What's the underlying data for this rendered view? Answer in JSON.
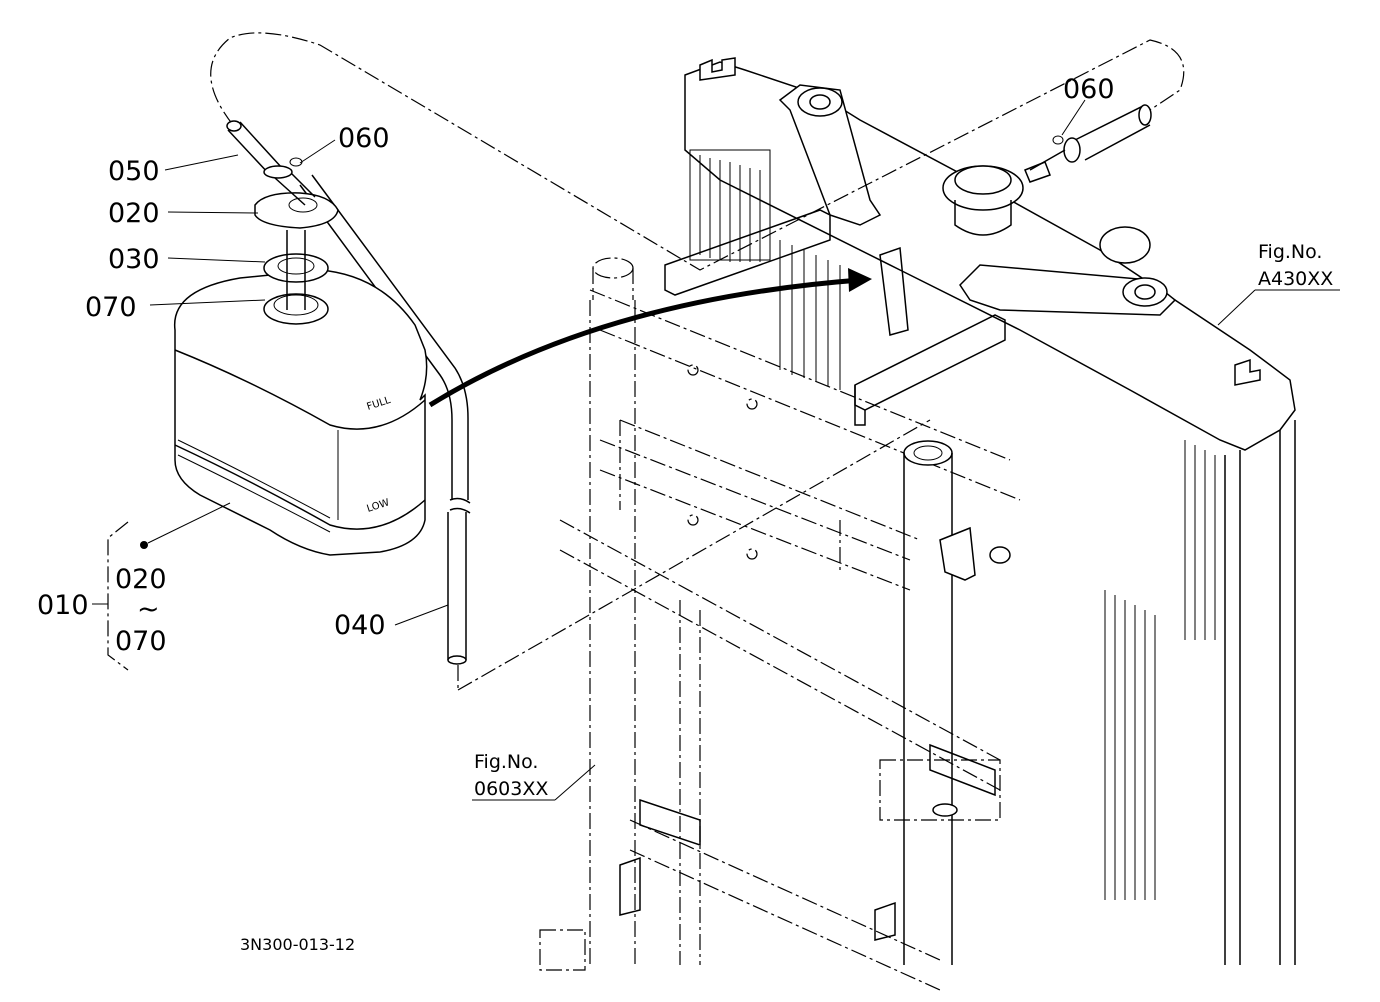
{
  "callouts": {
    "c050": "050",
    "c020_cap": "020",
    "c030": "030",
    "c070": "070",
    "c060_left": "060",
    "c060_right": "060",
    "c040": "040",
    "c010": "010",
    "c020_range": "020",
    "c070_range": "070",
    "range_tilde": "~"
  },
  "figure_refs": {
    "radiator_label": "Fig.No.",
    "radiator_code": "A430XX",
    "frame_label": "Fig.No.",
    "frame_code": "0603XX"
  },
  "tank_marks": {
    "full": "FULL",
    "low": "LOW"
  },
  "drawing_code": "3N300-013-12",
  "colors": {
    "ink": "#000000",
    "paper": "#ffffff"
  }
}
